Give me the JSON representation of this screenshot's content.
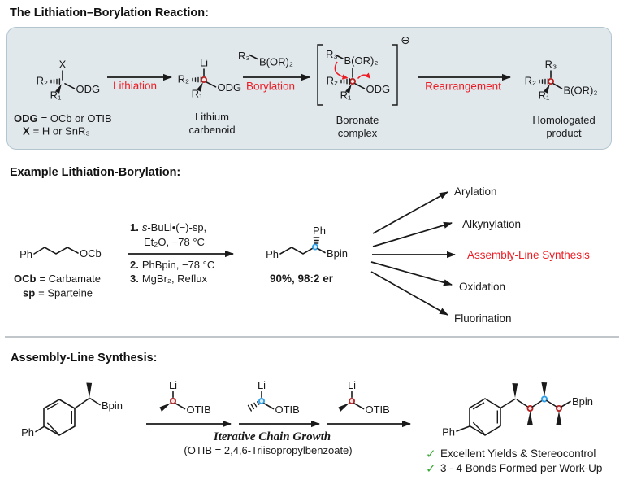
{
  "colors": {
    "accent_red": "#ed1c24",
    "dot_red": "#b5201f",
    "dot_blue": "#2e9fe6",
    "box_bg": "#e0e8ec",
    "box_border": "#b3c6d0",
    "check_green": "#39a935"
  },
  "s1": {
    "title": "The Lithiation–Borylation Reaction:",
    "start": {
      "x": "X",
      "r2": "R₂",
      "r1": "R₁",
      "odg": "ODG"
    },
    "defs": {
      "odg_term": "ODG",
      "odg_rest": "= OCb or OTIB",
      "x_term": "X",
      "x_rest": "= H or SnR₃"
    },
    "step1": "Lithiation",
    "carbenoid": {
      "li": "Li",
      "r2": "R₂",
      "r1": "R₁",
      "odg": "ODG",
      "cap1": "Lithium",
      "cap2": "carbenoid"
    },
    "step2": "Borylation",
    "reagent": {
      "r3": "R₃",
      "bor": "B(OR)₂"
    },
    "boronate": {
      "charge": "⊖",
      "r3": "R₃",
      "bor": "B(OR)₂",
      "r2": "R₂",
      "r1": "R₁",
      "odg": "ODG",
      "cap1": "Boronate",
      "cap2": "complex"
    },
    "step3": "Rearrangement",
    "product": {
      "r3": "R₃",
      "r2": "R₂",
      "r1": "R₁",
      "bor": "B(OR)₂",
      "cap1": "Homologated",
      "cap2": "product"
    }
  },
  "s2": {
    "title": "Example Lithiation-Borylation:",
    "substrate": {
      "ph": "Ph",
      "ocb": "OCb"
    },
    "defs": {
      "ocb_term": "OCb",
      "ocb_rest": "= Carbamate",
      "sp_term": "sp",
      "sp_rest": "= Sparteine"
    },
    "conditions": {
      "n1": "1.",
      "s_ital": "s",
      "c1": "-BuLi•(−)-sp,",
      "c2": "Et₂O, −78 °C",
      "n2": "2.",
      "c3": "PhBpin, −78 °C",
      "n3": "3.",
      "c4": "MgBr₂, Reflux"
    },
    "product": {
      "ph_chain": "Ph",
      "ph_sub": "Ph",
      "bpin": "Bpin",
      "yield": "90%, 98:2 er"
    },
    "branches": [
      {
        "label": "Arylation",
        "highlight": false
      },
      {
        "label": "Alkynylation",
        "highlight": false
      },
      {
        "label": "Assembly-Line Synthesis",
        "highlight": true
      },
      {
        "label": "Oxidation",
        "highlight": false
      },
      {
        "label": "Fluorination",
        "highlight": false
      }
    ]
  },
  "s3": {
    "title": "Assembly-Line Synthesis:",
    "substrate": {
      "ph": "Ph",
      "bpin": "Bpin"
    },
    "reagents": [
      {
        "li": "Li",
        "otib": "OTIB"
      },
      {
        "li": "Li",
        "otib": "OTIB"
      },
      {
        "li": "Li",
        "otib": "OTIB"
      }
    ],
    "arrow_caption1": "Iterative Chain Growth",
    "arrow_caption2": "(OTIB = 2,4,6-Triisopropylbenzoate)",
    "product": {
      "ph": "Ph",
      "bpin": "Bpin"
    },
    "checks": [
      {
        "mark": "✓",
        "text": "Excellent Yields & Stereocontrol"
      },
      {
        "mark": "✓",
        "text": "3 - 4 Bonds Formed per Work-Up"
      }
    ]
  }
}
